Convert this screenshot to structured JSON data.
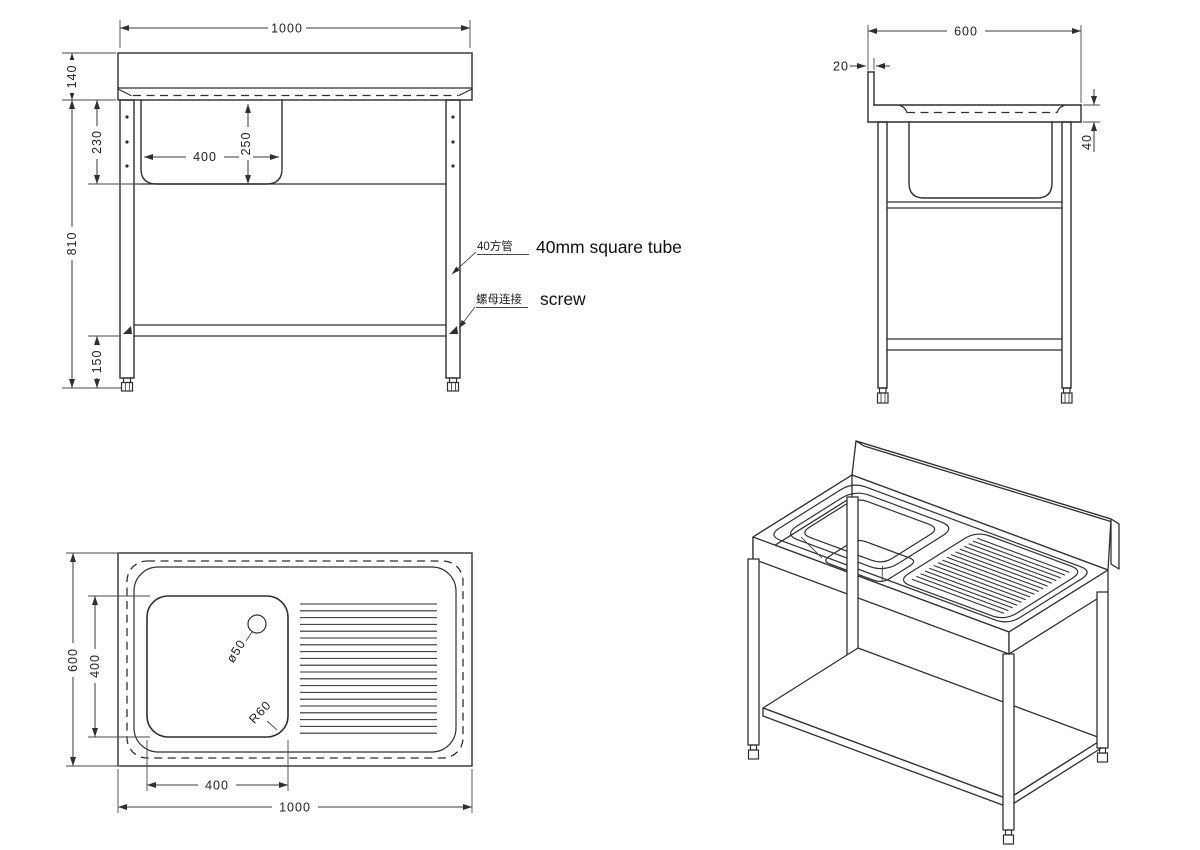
{
  "page": {
    "background": "#ffffff",
    "line_color": "#2f2f2f"
  },
  "front_view": {
    "dim_total_width": "1000",
    "dim_top_height": "140",
    "dim_bowl_zone_height": "230",
    "dim_total_height": "810",
    "dim_foot_clearance": "150",
    "dim_bowl_width": "400",
    "dim_bowl_depth": "250",
    "tube_note_zh": "40方管",
    "tube_note_en": "40mm square tube",
    "screw_note_zh": "螺母连接",
    "screw_note_en": "screw"
  },
  "side_view": {
    "dim_depth": "600",
    "dim_splash_thickness": "20",
    "dim_top_thickness": "40"
  },
  "plan_view": {
    "dim_width": "1000",
    "dim_depth": "600",
    "dim_bowl_width": "400",
    "dim_bowl_depth": "400",
    "drain_label": "ø50",
    "corner_radius_label": "R60"
  }
}
